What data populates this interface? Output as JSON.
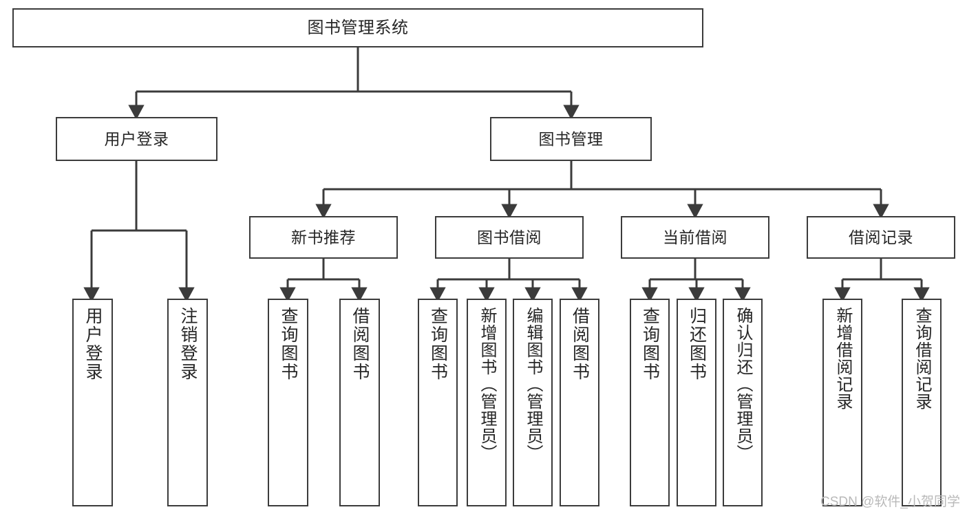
{
  "diagram": {
    "type": "tree",
    "title": "图书管理系统",
    "theme": {
      "background": "#ffffff",
      "node_border": "#3b3b3b",
      "node_fill": "#ffffff",
      "edge_color": "#3b3b3b",
      "text_color": "#262626",
      "watermark_color": "#b9b9b9"
    },
    "root": {
      "label": "图书管理系统"
    },
    "level2": [
      {
        "label": "用户登录"
      },
      {
        "label": "图书管理"
      }
    ],
    "level3": [
      {
        "label": "新书推荐"
      },
      {
        "label": "图书借阅"
      },
      {
        "label": "当前借阅"
      },
      {
        "label": "借阅记录"
      }
    ],
    "leaves": {
      "user_login": [
        {
          "label": "用户登录"
        },
        {
          "label": "注销登录"
        }
      ],
      "new_book_recommend": [
        {
          "label": "查询图书"
        },
        {
          "label": "借阅图书"
        }
      ],
      "book_borrow": [
        {
          "label": "查询图书"
        },
        {
          "label": "新增图书（管理员）"
        },
        {
          "label": "编辑图书（管理员）"
        },
        {
          "label": "借阅图书"
        }
      ],
      "current_borrow": [
        {
          "label": "查询图书"
        },
        {
          "label": "归还图书"
        },
        {
          "label": "确认归还（管理员）"
        }
      ],
      "borrow_record": [
        {
          "label": "新增借阅记录"
        },
        {
          "label": "查询借阅记录"
        }
      ]
    }
  },
  "watermark": {
    "text": "CSDN @软件_小贺同学"
  }
}
